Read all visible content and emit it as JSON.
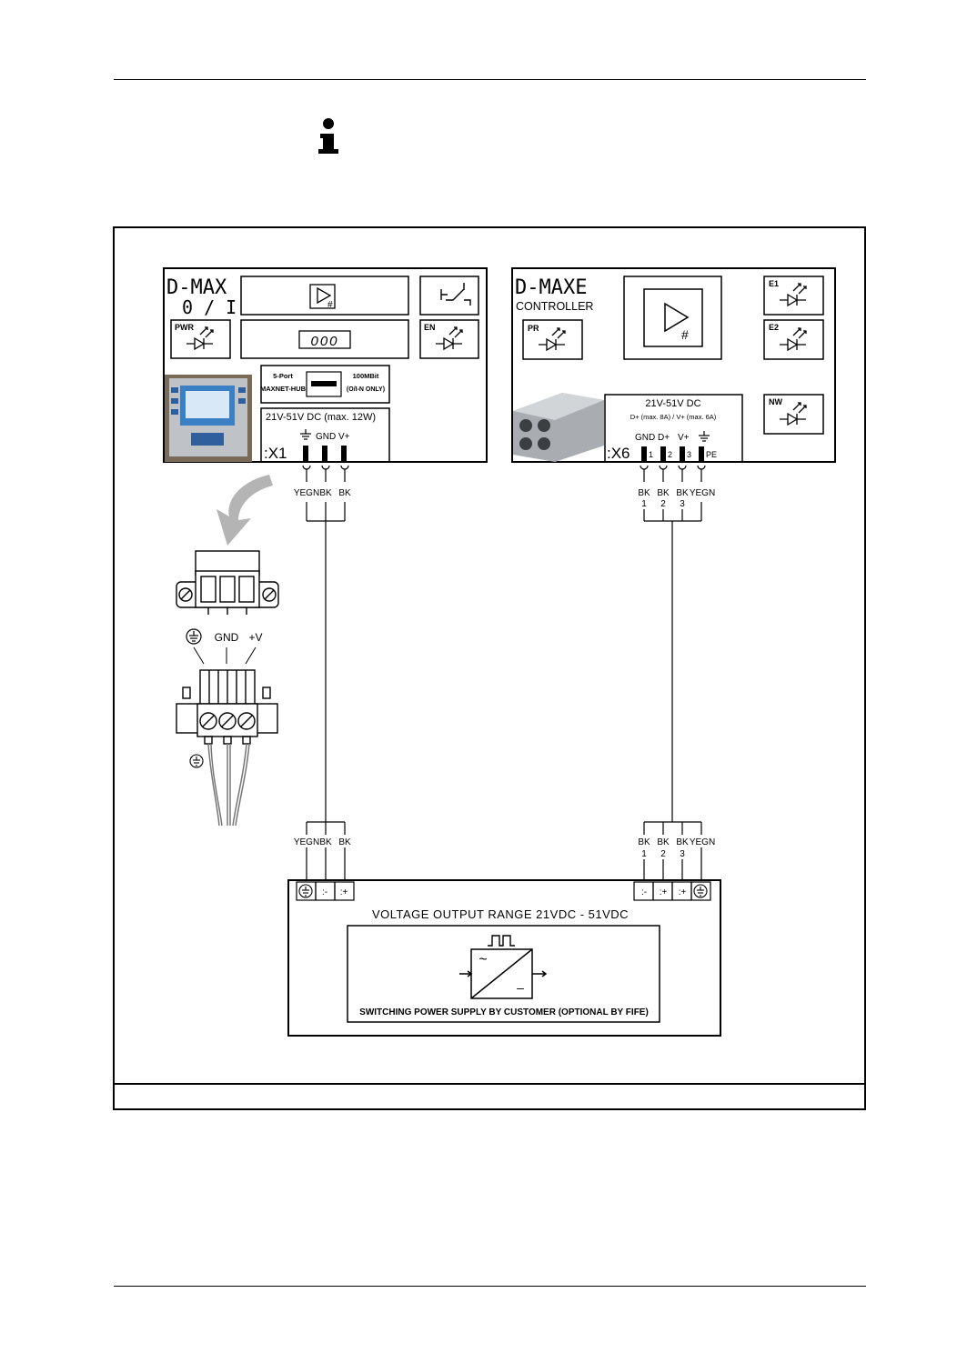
{
  "dmax": {
    "title_line1": "D-MAX",
    "title_line2": "0 / I",
    "pwr_label": "PWR",
    "en_label": "EN",
    "display_value": "000",
    "hub_line1": "5-Port",
    "hub_line2": "MAXNET-HUB",
    "hub_speed_line1": "100MBit",
    "hub_speed_line2": "(O/I-N ONLY)",
    "supply": "21V-51V DC  (max. 12W)",
    "connector": ":X1",
    "pin_gnd": "GND",
    "pin_vplus": "V+",
    "wire_labels": [
      "YEGN",
      "BK",
      "BK"
    ]
  },
  "dmaxe": {
    "title_line1": "D-MAXE",
    "title_line2": "CONTROLLER",
    "pr_label": "PR",
    "e1_label": "E1",
    "e2_label": "E2",
    "nw_label": "NW",
    "supply": "21V-51V DC",
    "supply_detail": "D+ (max. 8A)   /   V+ (max. 6A)",
    "connector": ":X6",
    "pin_labels": [
      "GND",
      "D+",
      "V+"
    ],
    "pin_numbers": [
      "1",
      "2",
      "3"
    ],
    "pin_pe": "PE",
    "wire_labels": [
      "BK",
      "BK",
      "BK",
      "YEGN"
    ],
    "wire_numbers": [
      "1",
      "2",
      "3"
    ]
  },
  "plug": {
    "gnd_label": "GND",
    "vplus_label": "+V"
  },
  "psu": {
    "left_terminals": [
      ":-",
      ":+"
    ],
    "right_terminals": [
      ":-",
      ":+"
    ],
    "left_wire_labels": [
      "YEGN",
      "BK",
      "BK"
    ],
    "right_wire_labels": [
      "BK",
      "BK",
      "BK",
      "YEGN"
    ],
    "right_wire_numbers": [
      "1",
      "2",
      "3"
    ],
    "voltage_range": "VOLTAGE  OUTPUT RANGE  21VDC - 51VDC",
    "caption": "SWITCHING POWER SUPPLY BY CUSTOMER  (OPTIONAL BY FIFE)",
    "ac_symbol": "~",
    "dc_symbol": "–"
  }
}
